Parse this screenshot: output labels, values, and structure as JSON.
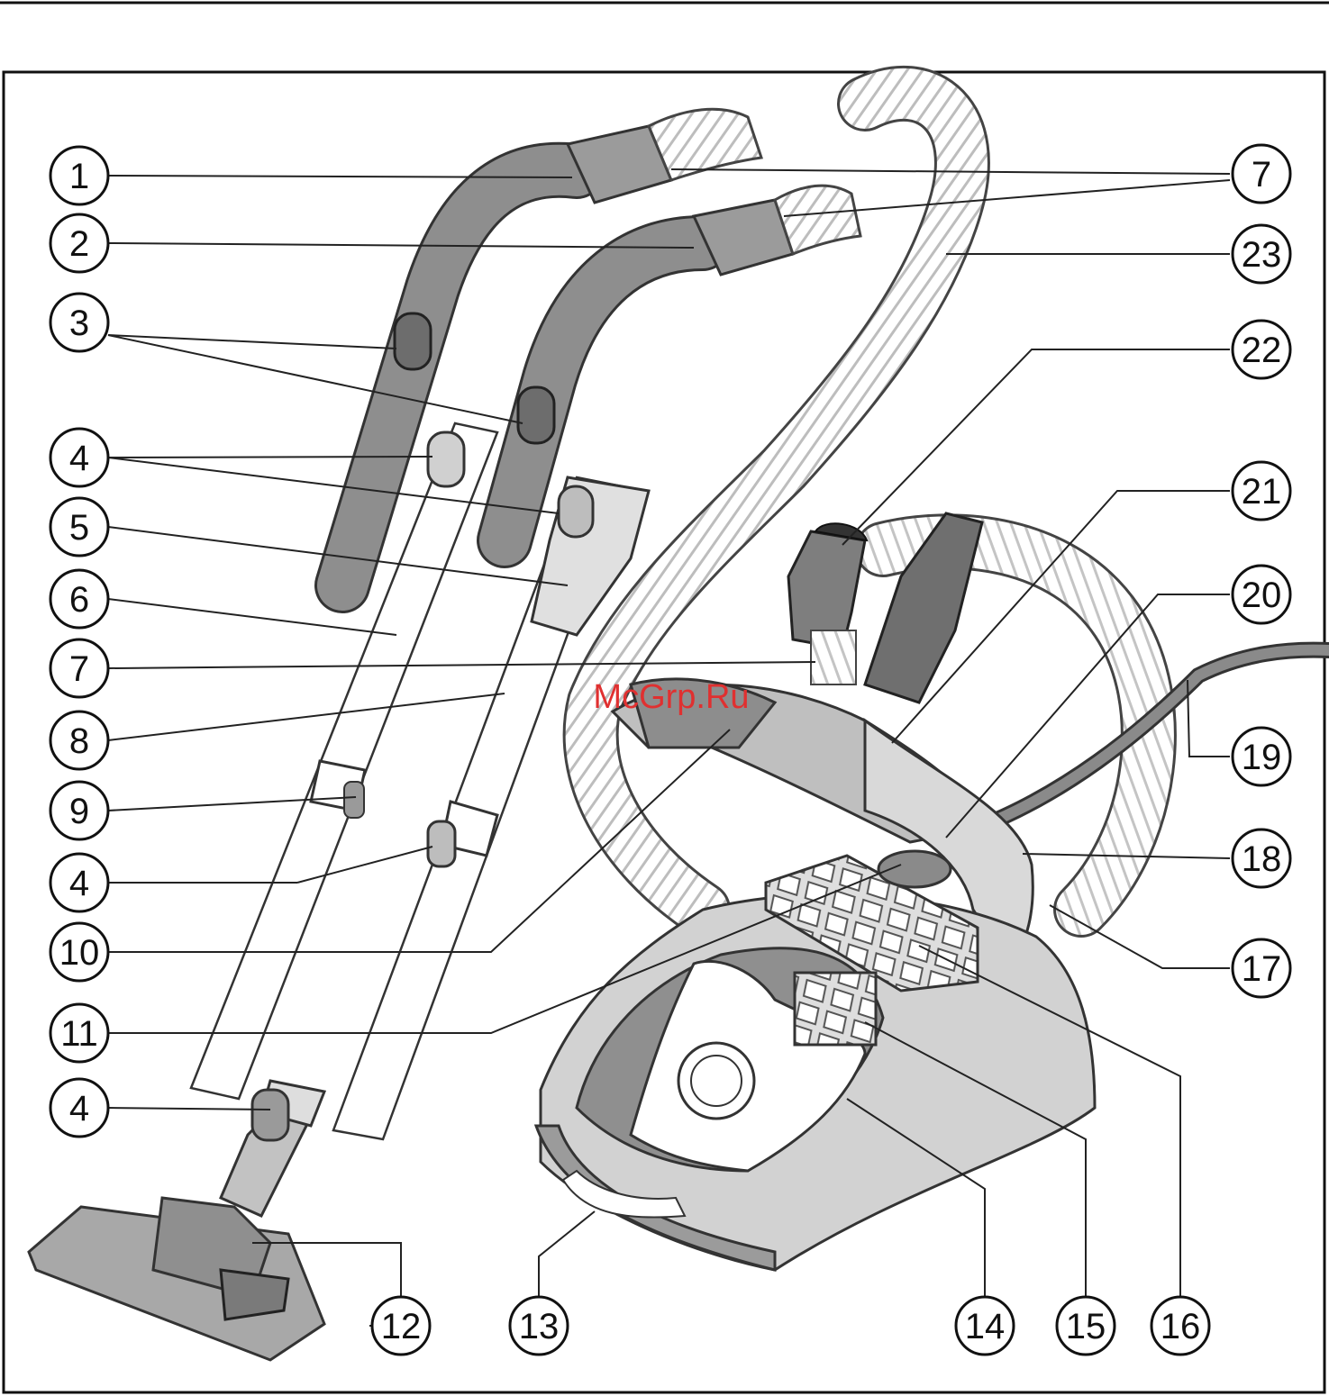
{
  "watermark": "McGrp.Ru",
  "callouts": [
    {
      "id": "c1",
      "label": "1"
    },
    {
      "id": "c2",
      "label": "2"
    },
    {
      "id": "c3",
      "label": "3"
    },
    {
      "id": "c4a",
      "label": "4"
    },
    {
      "id": "c5",
      "label": "5"
    },
    {
      "id": "c6",
      "label": "6"
    },
    {
      "id": "c7a",
      "label": "7"
    },
    {
      "id": "c8",
      "label": "8"
    },
    {
      "id": "c9",
      "label": "9"
    },
    {
      "id": "c4b",
      "label": "4"
    },
    {
      "id": "c10",
      "label": "10"
    },
    {
      "id": "c11",
      "label": "11"
    },
    {
      "id": "c4c",
      "label": "4"
    },
    {
      "id": "c12",
      "label": "12"
    },
    {
      "id": "c13",
      "label": "13"
    },
    {
      "id": "c14",
      "label": "14"
    },
    {
      "id": "c15",
      "label": "15"
    },
    {
      "id": "c16",
      "label": "16"
    },
    {
      "id": "c17",
      "label": "17"
    },
    {
      "id": "c18",
      "label": "18"
    },
    {
      "id": "c19",
      "label": "19"
    },
    {
      "id": "c20",
      "label": "20"
    },
    {
      "id": "c21",
      "label": "21"
    },
    {
      "id": "c22",
      "label": "22"
    },
    {
      "id": "c23",
      "label": "23"
    },
    {
      "id": "c7b",
      "label": "7"
    }
  ]
}
